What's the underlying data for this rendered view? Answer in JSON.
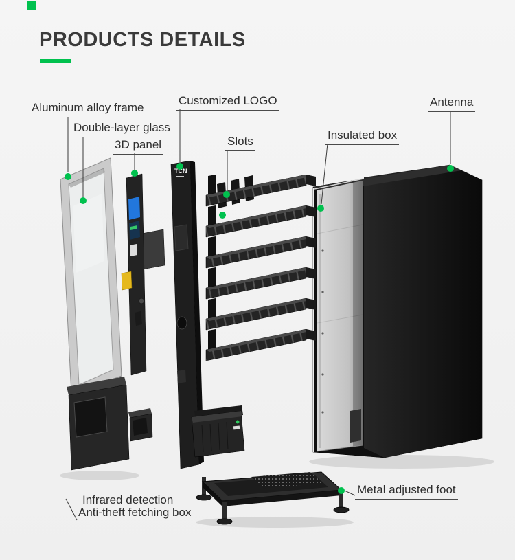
{
  "page": {
    "title": "PRODUCTS DETAILS",
    "accent_color": "#00c14e",
    "background_color": "#f2f2f2",
    "text_color": "#2e2e2e"
  },
  "labels": {
    "aluminum_alloy_frame": "Aluminum alloy frame",
    "double_layer_glass": "Double-layer glass",
    "panel_3d": "3D panel",
    "customized_logo": "Customized LOGO",
    "slots": "Slots",
    "insulated_box": "Insulated box",
    "antenna": "Antenna",
    "metal_adjusted_foot": "Metal adjusted foot",
    "infrared_detection": "Infrared detection",
    "anti_theft_fetching_box": "Anti-theft fetching box"
  },
  "diagram": {
    "logo_text": "TCN",
    "marker_color": "#00c14e"
  }
}
